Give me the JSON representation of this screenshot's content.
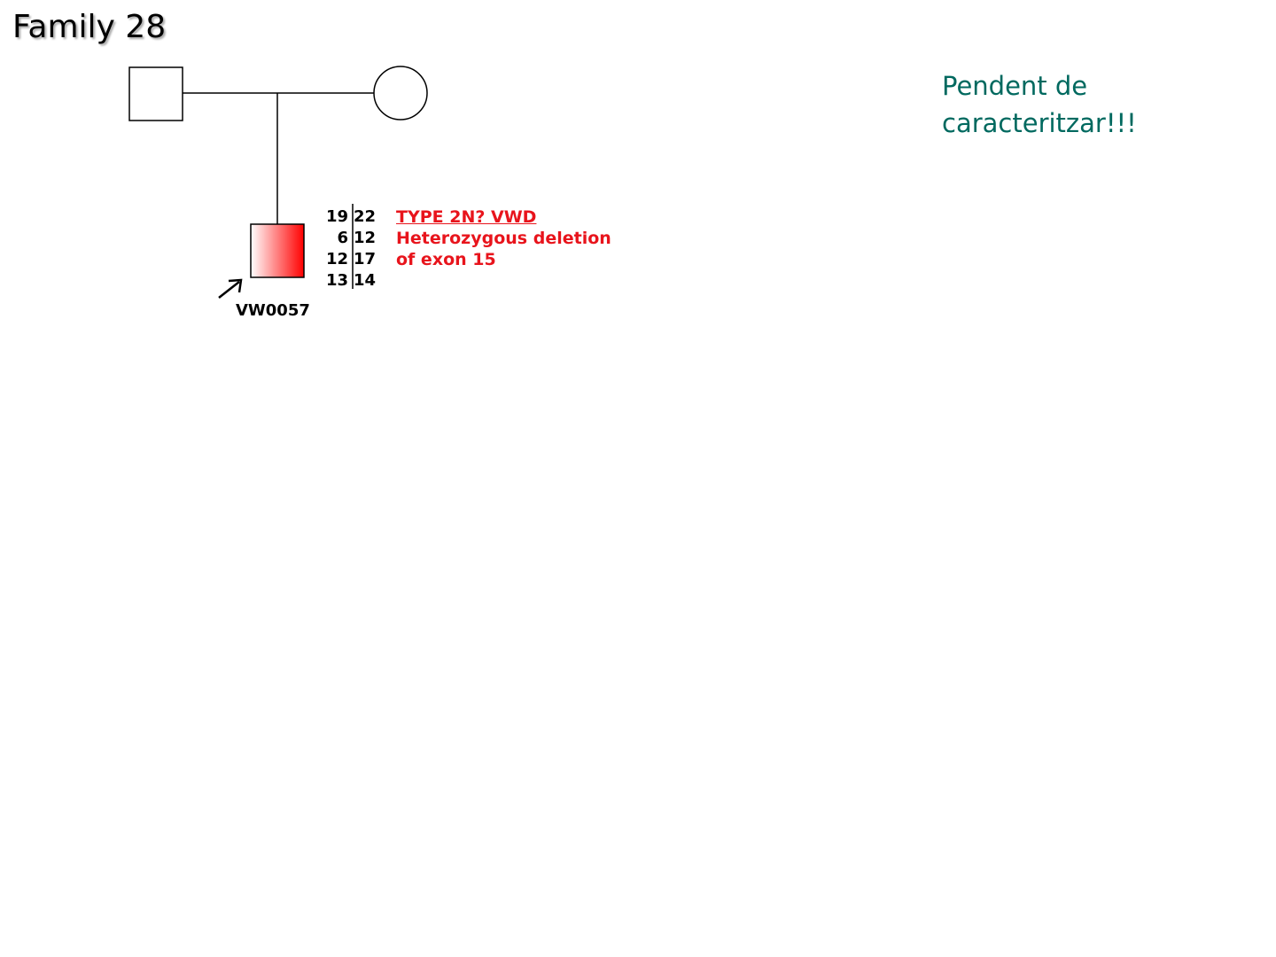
{
  "title": "Family 28",
  "note": {
    "line1": "Pendent de",
    "line2": "caracteritzar!!!",
    "color": "#00695f"
  },
  "pedigree": {
    "father": {
      "sex": "male",
      "affected": false
    },
    "mother": {
      "sex": "female",
      "affected": false
    },
    "proband": {
      "id": "VW0057",
      "sex": "male",
      "affected": true,
      "proband_arrow": true,
      "fill_color": "#ff0000",
      "haplotype": [
        [
          "19",
          "22"
        ],
        [
          "6",
          "12"
        ],
        [
          "12",
          "17"
        ],
        [
          "13",
          "14"
        ]
      ],
      "annotation": {
        "heading": "TYPE 2N? VWD",
        "line1": "Heterozygous deletion",
        "line2": "of exon 15",
        "color": "#e8141c"
      }
    }
  }
}
